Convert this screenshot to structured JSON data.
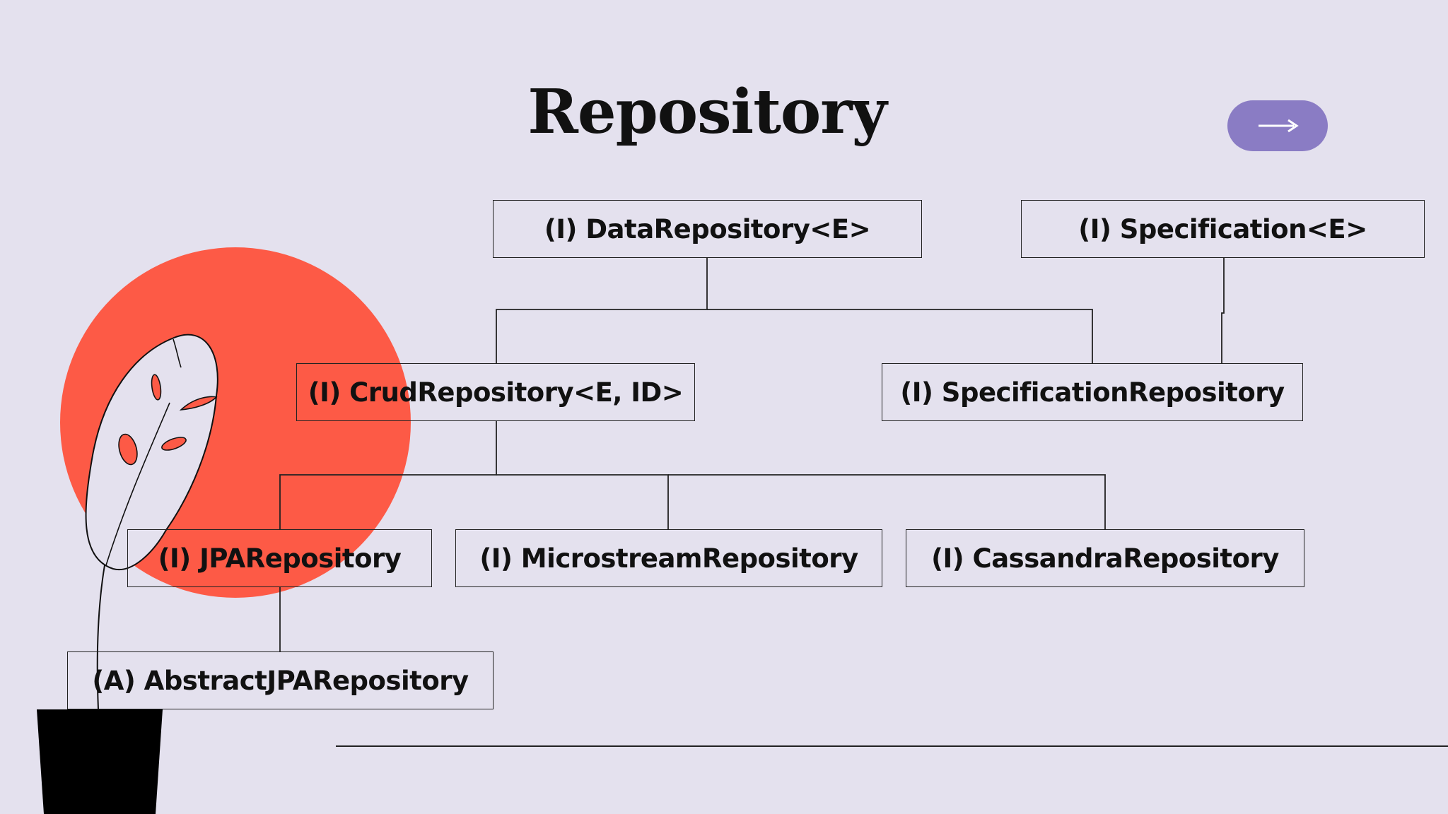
{
  "slide": {
    "title": "Repository"
  },
  "navigation": {
    "next_icon": "right-arrow-icon",
    "button_color": "#8a7cc4"
  },
  "colors": {
    "background": "#e4e1ee",
    "circle": "#fd5a46",
    "pot": "#000000",
    "line": "#222222"
  },
  "diagram": {
    "nodes": {
      "data_repository": "(I) DataRepository<E>",
      "specification": "(I) Specification<E>",
      "crud_repository": "(I) CrudRepository<E, ID>",
      "specification_repository": "(I) SpecificationRepository",
      "jpa_repository": "(I) JPARepository",
      "microstream_repository": "(I) MicrostreamRepository",
      "cassandra_repository": "(I) CassandraRepository",
      "abstract_jpa_repository": "(A) AbstractJPARepository"
    },
    "edges": [
      {
        "from": "data_repository",
        "to": "crud_repository"
      },
      {
        "from": "data_repository",
        "to": "specification_repository"
      },
      {
        "from": "specification",
        "to": "specification_repository"
      },
      {
        "from": "crud_repository",
        "to": "jpa_repository"
      },
      {
        "from": "crud_repository",
        "to": "microstream_repository"
      },
      {
        "from": "crud_repository",
        "to": "cassandra_repository"
      },
      {
        "from": "jpa_repository",
        "to": "abstract_jpa_repository"
      }
    ]
  }
}
